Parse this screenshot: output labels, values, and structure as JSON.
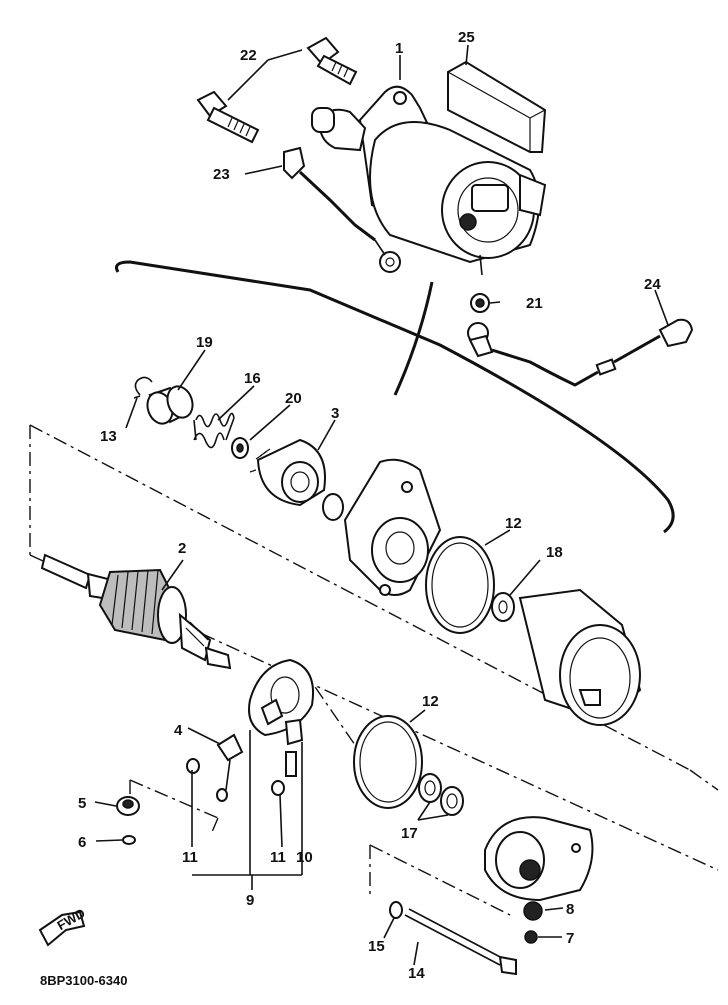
{
  "diagram": {
    "labels": {
      "n1": "1",
      "n2": "2",
      "n3": "3",
      "n4": "4",
      "n5": "5",
      "n6": "6",
      "n7": "7",
      "n8": "8",
      "n9": "9",
      "n10": "10",
      "n11a": "11",
      "n11b": "11",
      "n12a": "12",
      "n12b": "12",
      "n13": "13",
      "n14": "14",
      "n15": "15",
      "n16": "16",
      "n17": "17",
      "n18": "18",
      "n19": "19",
      "n20": "20",
      "n21": "21",
      "n22": "22",
      "n23": "23",
      "n24": "24",
      "n25": "25"
    },
    "fwd_label": "FWD",
    "part_code": "8BP3100-6340"
  }
}
